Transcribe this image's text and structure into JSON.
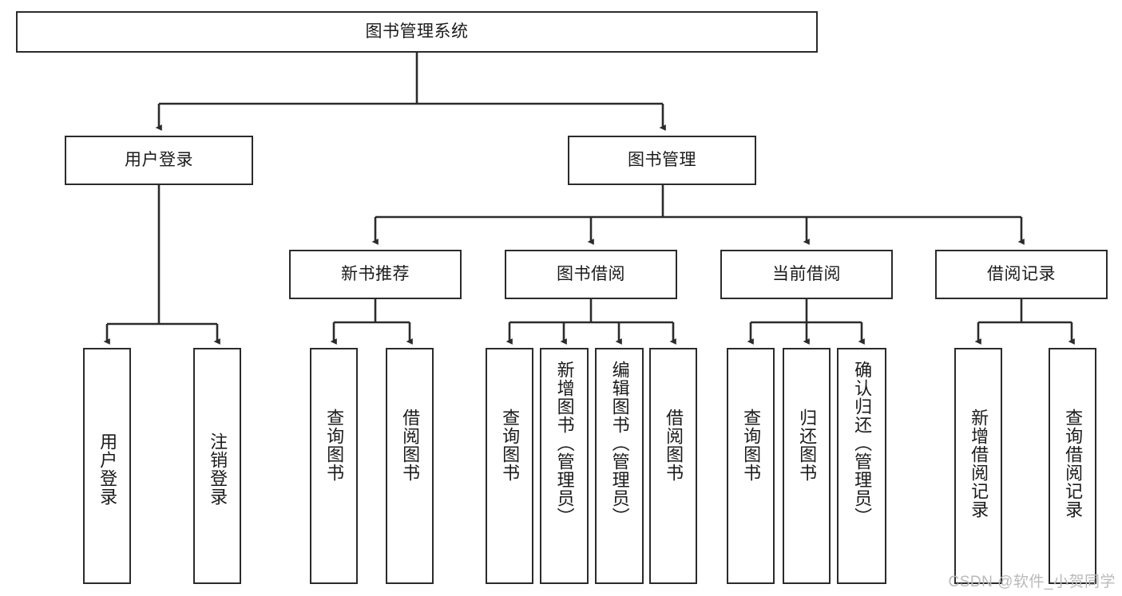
{
  "diagram": {
    "title": "图书管理系统",
    "type": "tree",
    "root": {
      "label": "图书管理系统"
    },
    "level2": [
      {
        "label": "用户登录"
      },
      {
        "label": "图书管理"
      }
    ],
    "level3": [
      {
        "label": "新书推荐"
      },
      {
        "label": "图书借阅"
      },
      {
        "label": "当前借阅"
      },
      {
        "label": "借阅记录"
      }
    ],
    "leaves": [
      {
        "label": "用户登录",
        "parent": "用户登录"
      },
      {
        "label": "注销登录",
        "parent": "用户登录"
      },
      {
        "label": "查询图书",
        "parent": "新书推荐"
      },
      {
        "label": "借阅图书",
        "parent": "新书推荐"
      },
      {
        "label": "查询图书",
        "parent": "图书借阅"
      },
      {
        "label": "新增图书（管理员）",
        "parent": "图书借阅"
      },
      {
        "label": "编辑图书（管理员）",
        "parent": "图书借阅"
      },
      {
        "label": "借阅图书",
        "parent": "图书借阅"
      },
      {
        "label": "查询图书",
        "parent": "当前借阅"
      },
      {
        "label": "归还图书",
        "parent": "当前借阅"
      },
      {
        "label": "确认归还（管理员）",
        "parent": "当前借阅"
      },
      {
        "label": "新增借阅记录",
        "parent": "借阅记录"
      },
      {
        "label": "查询借阅记录",
        "parent": "借阅记录"
      }
    ]
  },
  "watermark": {
    "text": "CSDN @软件_小贺同学"
  },
  "colors": {
    "stroke": "#2b2b2b",
    "background": "#ffffff",
    "text": "#1b1b1b",
    "watermark": "#b9b9b9"
  }
}
